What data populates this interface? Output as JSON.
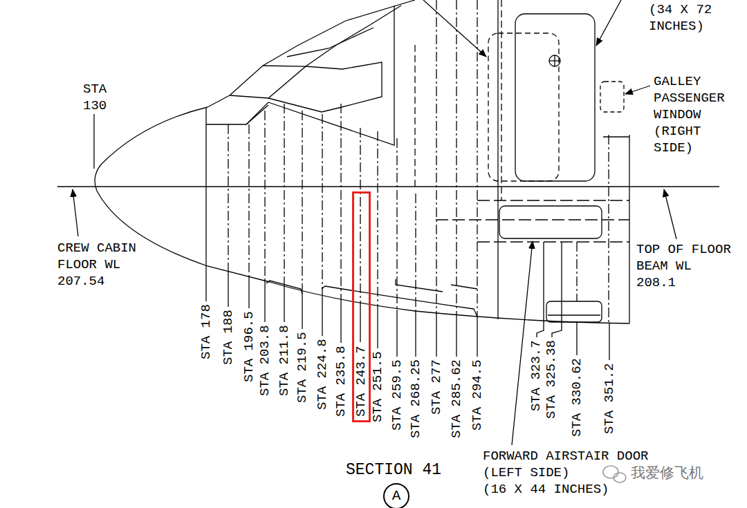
{
  "diagram": {
    "nodes": [
      {
        "text": [
          "STA 243.7"
        ]
      },
      {
        "text": [
          "A"
        ]
      }
    ],
    "labels": [
      "(34 X 72 INCHES)",
      "GALLEY PASSENGER WINDOW (RIGHT SIDE)",
      "STA 130",
      "CREW CABIN FLOOR WL 207.54",
      "TOP OF FLOOR BEAM WL 208.1",
      "STA 178",
      "STA 188",
      "STA 196.5",
      "STA 203.8",
      "STA 211.8",
      "STA 219.5",
      "STA 224.8",
      "STA 235.8",
      "STA 251.5",
      "STA 259.5",
      "STA 268.25",
      "STA 277",
      "STA 285.62",
      "STA 294.5",
      "STA 323.7",
      "STA 325.38",
      "STA 330.62",
      "STA 351.2",
      "FORWARD AIRSTAIR DOOR (LEFT SIDE) (16 X 44 INCHES)",
      "SECTION 41",
      "我爱修飞机"
    ]
  }
}
